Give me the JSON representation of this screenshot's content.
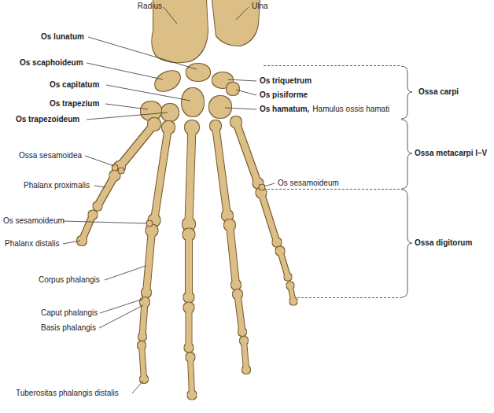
{
  "diagram": {
    "labels": [
      "Radius",
      "Ulna",
      "Os lunatum",
      "Os scaphoideum",
      "Os capitatum",
      "Os triquetrum",
      "Os trapezium",
      "Os pisiforme",
      "Ossa carpi",
      "Os hamatum,",
      "Hamulus ossis hamati",
      "Os trapezoideum",
      "Ossa sesamoidea",
      "Ossa metacarpi I–V",
      "Os sesamoideum",
      "Phalanx proximalis",
      "Os sesamoideum",
      "Phalanx distalis",
      "Ossa digitorum",
      "Corpus phalangis",
      "Caput phalangis",
      "Basis phalangis",
      "Tuberositas phalangis distalis"
    ]
  }
}
